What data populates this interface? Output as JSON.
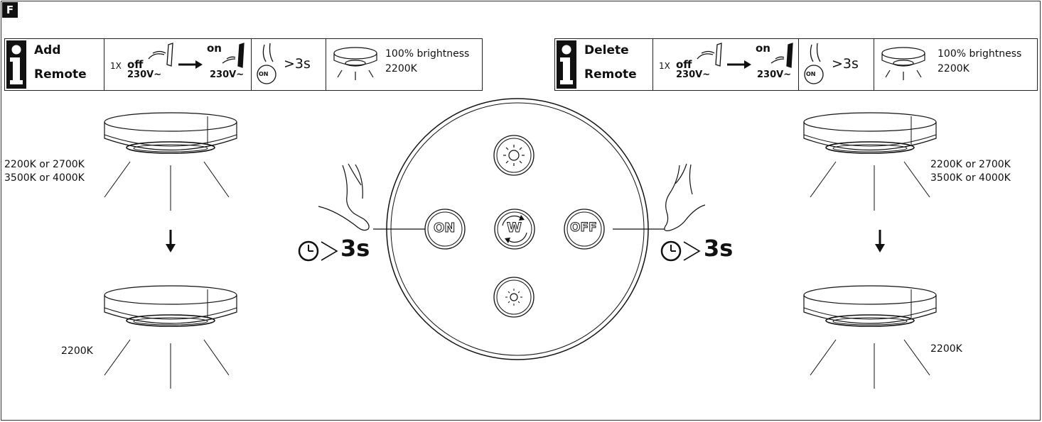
{
  "section": "F",
  "left_panel": {
    "title_line1": "Add",
    "title_line2": "Remote",
    "count": "1X",
    "off_label": "off",
    "on_label": "on",
    "voltage_a": "230V~",
    "voltage_b": "230V~",
    "on_button": "ON",
    "press_time": ">3s",
    "result_line1": "100% brightness",
    "result_line2": "2200K",
    "before_line1": "2200K or 2700K",
    "before_line2": "3500K or 4000K",
    "after_label": "2200K"
  },
  "right_panel": {
    "title_line1": "Delete",
    "title_line2": "Remote",
    "count": "1X",
    "off_label": "off",
    "on_label": "on",
    "voltage_a": "230V~",
    "voltage_b": "230V~",
    "on_button": "ON",
    "press_time": ">3s",
    "result_line1": "100% brightness",
    "result_line2": "2200K",
    "before_line1": "2200K or 2700K",
    "before_line2": "3500K or 4000K",
    "after_label": "2200K"
  },
  "remote": {
    "on_label": "ON",
    "off_label": "OFF",
    "w_label": "W"
  },
  "hold_left": "3s",
  "hold_right": "3s",
  "icons": [
    "info-icon",
    "switch-icon",
    "arrow-right-icon",
    "press-button-icon",
    "lamp-icon",
    "clock-icon",
    "finger-icon",
    "brightness-up-icon",
    "brightness-down-icon",
    "color-cycle-icon",
    "arrow-down-icon"
  ]
}
